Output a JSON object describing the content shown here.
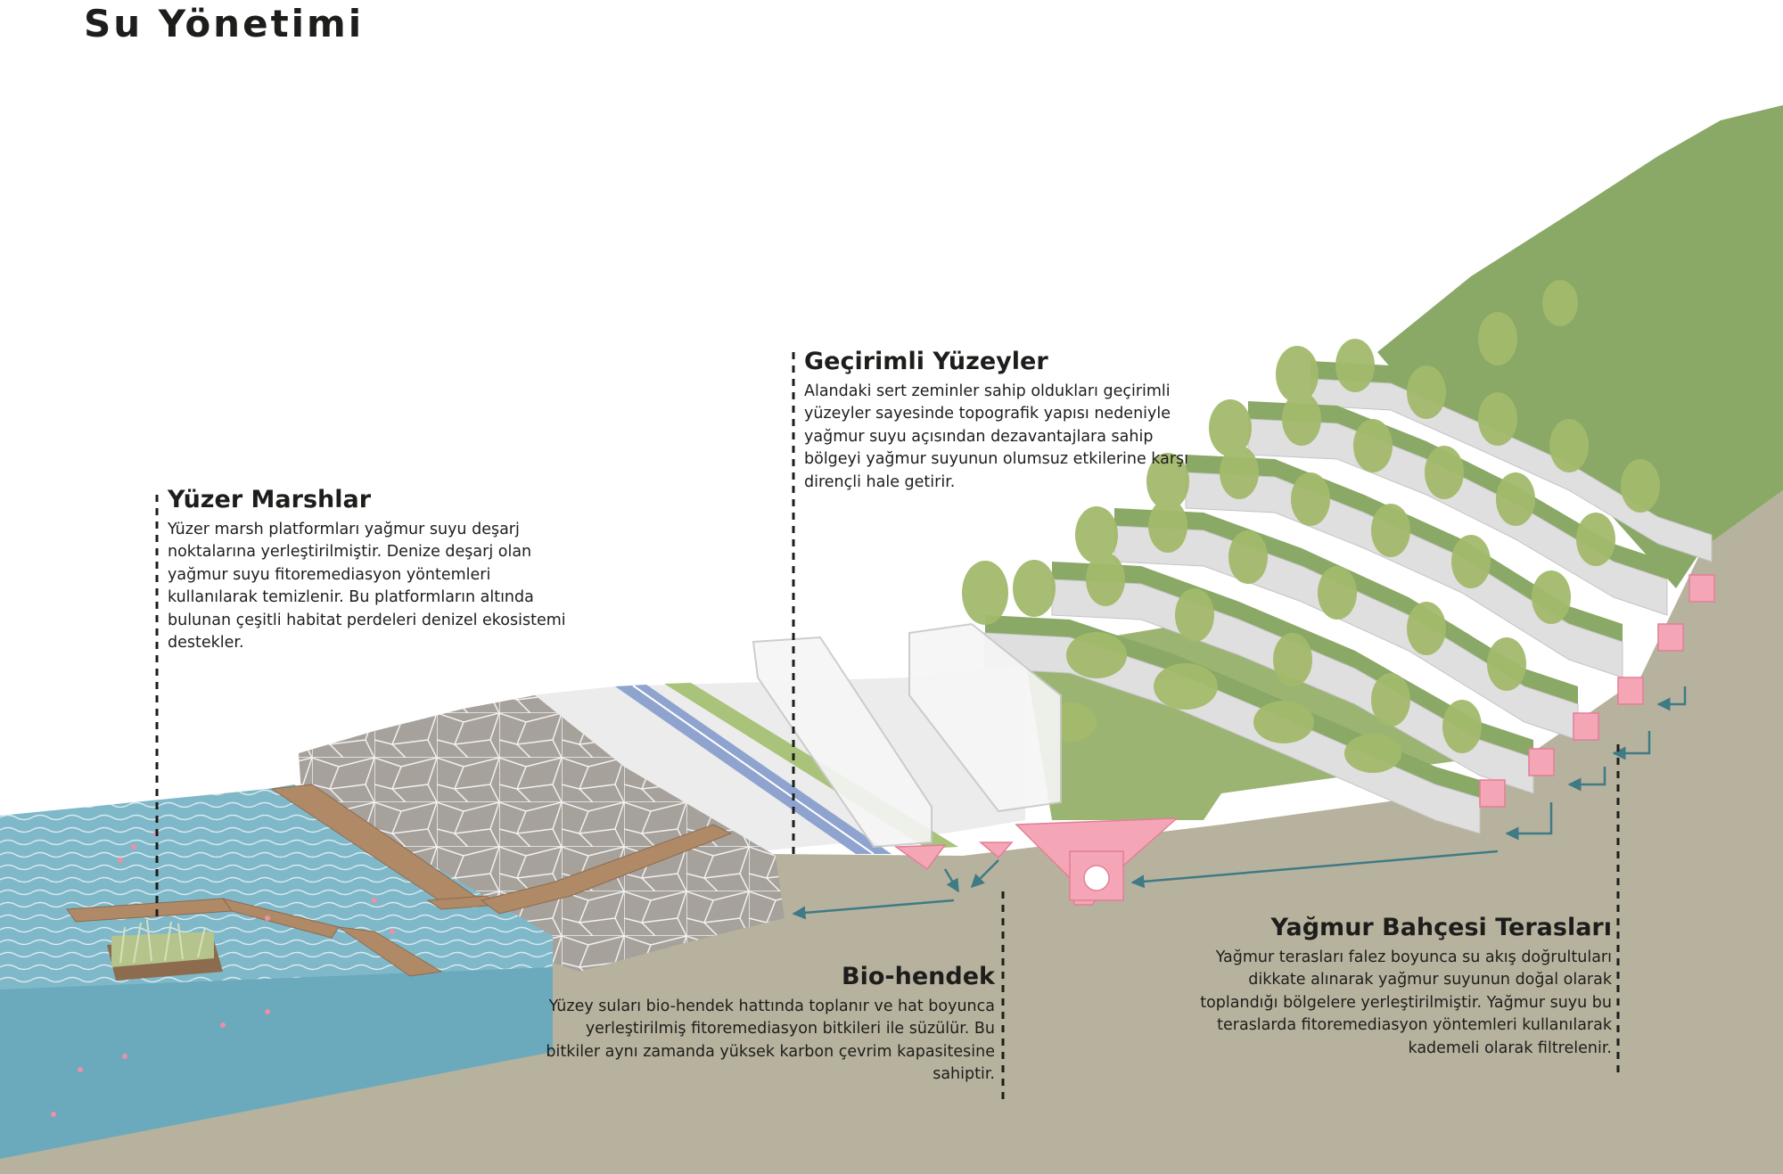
{
  "page": {
    "title": "Su Yönetimi"
  },
  "notes": {
    "floating_marsh": {
      "title": "Yüzer Marshlar",
      "body": "Yüzer marsh platformları yağmur suyu deşarj noktalarına yerleştirilmiştir. Denize deşarj olan yağmur suyu fitoremediasyon yöntemleri kullanılarak temizlenir. Bu platformların altında bulunan çeşitli habitat perdeleri denizel ekosistemi destekler."
    },
    "permeable_surfaces": {
      "title": "Geçirimli Yüzeyler",
      "body": "Alandaki sert zeminler sahip oldukları geçirimli yüzeyler sayesinde topografik yapısı nedeniyle yağmur suyu açısından dezavantajlara sahip bölgeyi yağmur suyunun olumsuz etkilerine karşı dirençli hale getirir."
    },
    "bioswale": {
      "title": "Bio-hendek",
      "body": "Yüzey suları bio-hendek hattında toplanır ve hat boyunca yerleştirilmiş fitoremediasyon bitkileri ile süzülür. Bu bitkiler aynı zamanda yüksek karbon çevrim kapasitesine sahiptir."
    },
    "rain_garden_terraces": {
      "title": "Yağmur Bahçesi Terasları",
      "body": "Yağmur terasları falez boyunca su akış doğrultuları dikkate alınarak yağmur suyunun doğal olarak toplandığı bölgelere yerleştirilmiştir. Yağmur suyu bu teraslarda fitoremediasyon yöntemleri kullanılarak kademeli olarak filtrelenir."
    }
  },
  "colors": {
    "ground": "#b7b29e",
    "slope_green": "#8aa866",
    "tree_green": "#a3ba6c",
    "sea": "#7fb8c9",
    "terrace_wall": "#dfdfdf",
    "drain_pink": "#f4a6b7",
    "flow_arrow": "#3f7a86",
    "bike_lane": "#8fa3cf",
    "text": "#1d1d1b"
  }
}
